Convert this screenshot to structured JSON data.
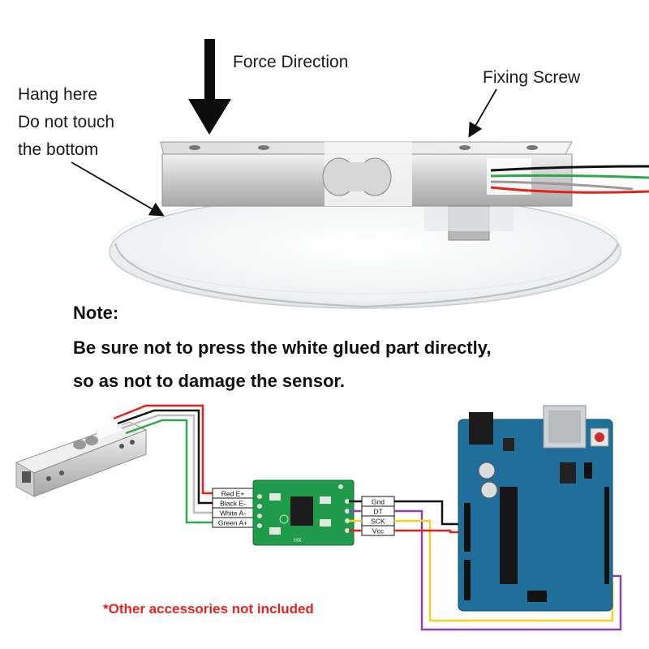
{
  "top_labels": {
    "force_direction": "Force Direction",
    "fixing_screw": "Fixing Screw",
    "hang_note": [
      "Hang here",
      "Do not touch",
      "the bottom"
    ]
  },
  "note": {
    "title": "Note:",
    "line1": "Be sure not to press the white glued part directly,",
    "line2": "so as not to damage the sensor."
  },
  "hx711_left_pins": [
    "Red E+",
    "Black E-",
    "White A-",
    "Green A+"
  ],
  "hx711_right_pins": [
    "Gnd",
    "DT",
    "SCK",
    "Vcc"
  ],
  "hx711_silk": "HX",
  "disclaimer": "*Other accessories not included",
  "colors": {
    "wire_red": "#e2231a",
    "wire_black": "#111111",
    "wire_white": "#c8c8c8",
    "wire_green": "#2ea84a",
    "wire_purple": "#8e44ad",
    "wire_yellow": "#f2d21b",
    "board_blue": "#1f6f9a",
    "hx711_green": "#1f9b4a",
    "disclaimer_red": "#e52420"
  }
}
